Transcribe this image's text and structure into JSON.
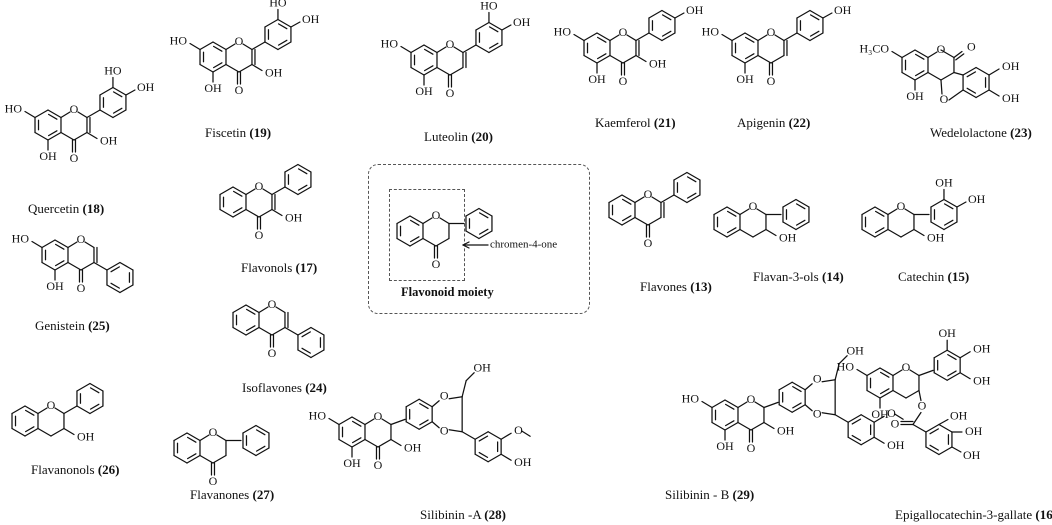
{
  "figure": {
    "compounds": [
      {
        "id": "quercetin",
        "name": "Quercetin",
        "num": "18"
      },
      {
        "id": "fiscetin",
        "name": "Fiscetin",
        "num": "19"
      },
      {
        "id": "luteolin",
        "name": "Luteolin",
        "num": "20"
      },
      {
        "id": "kaemferol",
        "name": "Kaemferol",
        "num": "21"
      },
      {
        "id": "apigenin",
        "name": "Apigenin",
        "num": "22"
      },
      {
        "id": "wedelolactone",
        "name": "Wedelolactone",
        "num": "23"
      },
      {
        "id": "flavonols",
        "name": "Flavonols",
        "num": "17"
      },
      {
        "id": "flavones",
        "name": "Flavones",
        "num": "13"
      },
      {
        "id": "flavan3ols",
        "name": "Flavan-3-ols",
        "num": "14"
      },
      {
        "id": "catechin",
        "name": "Catechin",
        "num": "15"
      },
      {
        "id": "genistein",
        "name": "Genistein",
        "num": "25"
      },
      {
        "id": "isoflavones",
        "name": "Isoflavones",
        "num": "24"
      },
      {
        "id": "flavanonols",
        "name": "Flavanonols",
        "num": "26"
      },
      {
        "id": "flavanones",
        "name": "Flavanones",
        "num": "27"
      },
      {
        "id": "silibininA",
        "name": "Silibinin -A",
        "num": "28"
      },
      {
        "id": "silibininB",
        "name": "Silibinin - B",
        "num": "29"
      },
      {
        "id": "egcg",
        "name": "Epigallocatechin-3-gallate",
        "num": "16"
      }
    ],
    "moiety": {
      "title": "Flavonoid moiety",
      "arrow_label": "chromen-4-one"
    },
    "atom_labels": {
      "HO": "HO",
      "OH": "OH",
      "O": "O",
      "OCH3": "H₃CO"
    }
  }
}
